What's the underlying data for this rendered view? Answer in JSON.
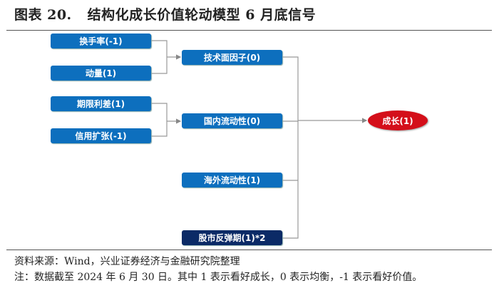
{
  "title": {
    "label": "图表 20.",
    "text": "结构化成长价值轮动模型 6 月底信号"
  },
  "inputs": [
    {
      "label": "换手率(-1)"
    },
    {
      "label": "动量(1)"
    },
    {
      "label": "期限利差(1)"
    },
    {
      "label": "信用扩张(-1)"
    }
  ],
  "factors": [
    {
      "label": "技术面因子(0)"
    },
    {
      "label": "国内流动性(0)"
    },
    {
      "label": "海外流动性(1)"
    },
    {
      "label": "股市反弹期(1)*2"
    }
  ],
  "result": {
    "label": "成长(1)"
  },
  "colors": {
    "box": "#0d6fbe",
    "dark_box": "#0b2a66",
    "result": "#d40f1a"
  },
  "footer": {
    "source": "资料来源：Wind，兴业证券经济与金融研究院整理",
    "note": "注：数据截至 2024 年 6 月 30 日。其中 1 表示看好成长，0 表示均衡，-1 表示看好价值。"
  }
}
